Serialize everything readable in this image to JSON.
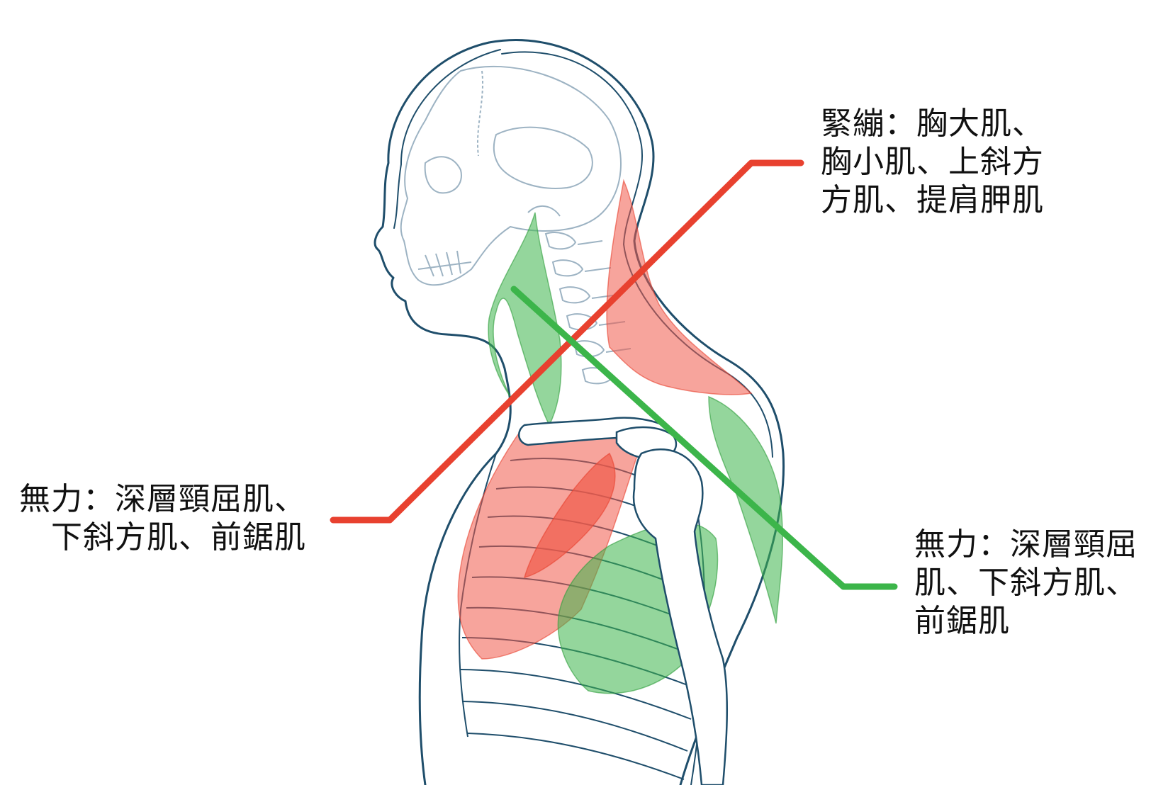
{
  "labels": {
    "tight": {
      "lines": [
        "緊繃：胸大肌、",
        "胸小肌、上斜方",
        "方肌、提肩胛肌"
      ],
      "color": "#e8412f"
    },
    "weak_left": {
      "lines": [
        "無力：深層頸屈肌、",
        "下斜方肌、前鋸肌"
      ],
      "color": "#e8412f"
    },
    "weak_right": {
      "lines": [
        "無力：深層頸屈",
        "肌、下斜方肌、",
        "前鋸肌"
      ],
      "color": "#3cb54a"
    }
  },
  "colors": {
    "outline": "#1f4e6b",
    "bone": "#9db3c3",
    "tight_muscle": "#f05a4a",
    "weak_muscle": "#3cb54a",
    "tight_line": "#e8412f",
    "weak_line": "#3cb54a"
  },
  "icons": [
    "skull-icon",
    "spine-icon",
    "ribcage-icon",
    "clavicle-icon",
    "humerus-icon"
  ]
}
